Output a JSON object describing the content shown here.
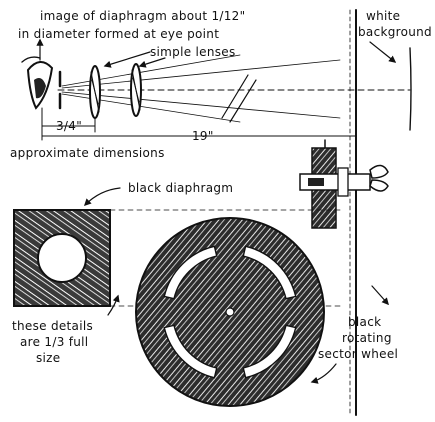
{
  "labels": {
    "image_line1": "image of diaphragm about ",
    "image_fraction": "1/12\"",
    "image_line2": "in diameter formed at eye point",
    "simple_lenses": "simple lenses",
    "white_bg_line1": "white",
    "white_bg_line2": "background",
    "dim_short": "3/4\"",
    "dim_long": "19\"",
    "approx_dims": "approximate dimensions",
    "black_diaphragm": "black diaphragm",
    "details_line1": "these details",
    "details_line2": "are 1/3 full",
    "details_line3": "size",
    "wheel_line1": "black",
    "wheel_line2": "rotating",
    "wheel_line3": "sector wheel"
  },
  "colors": {
    "ink": "#111111",
    "paper": "#ffffff"
  },
  "icons": [
    "eye-icon",
    "lens-icon",
    "diaphragm-plate",
    "sector-wheel",
    "wing-nut-mount"
  ]
}
